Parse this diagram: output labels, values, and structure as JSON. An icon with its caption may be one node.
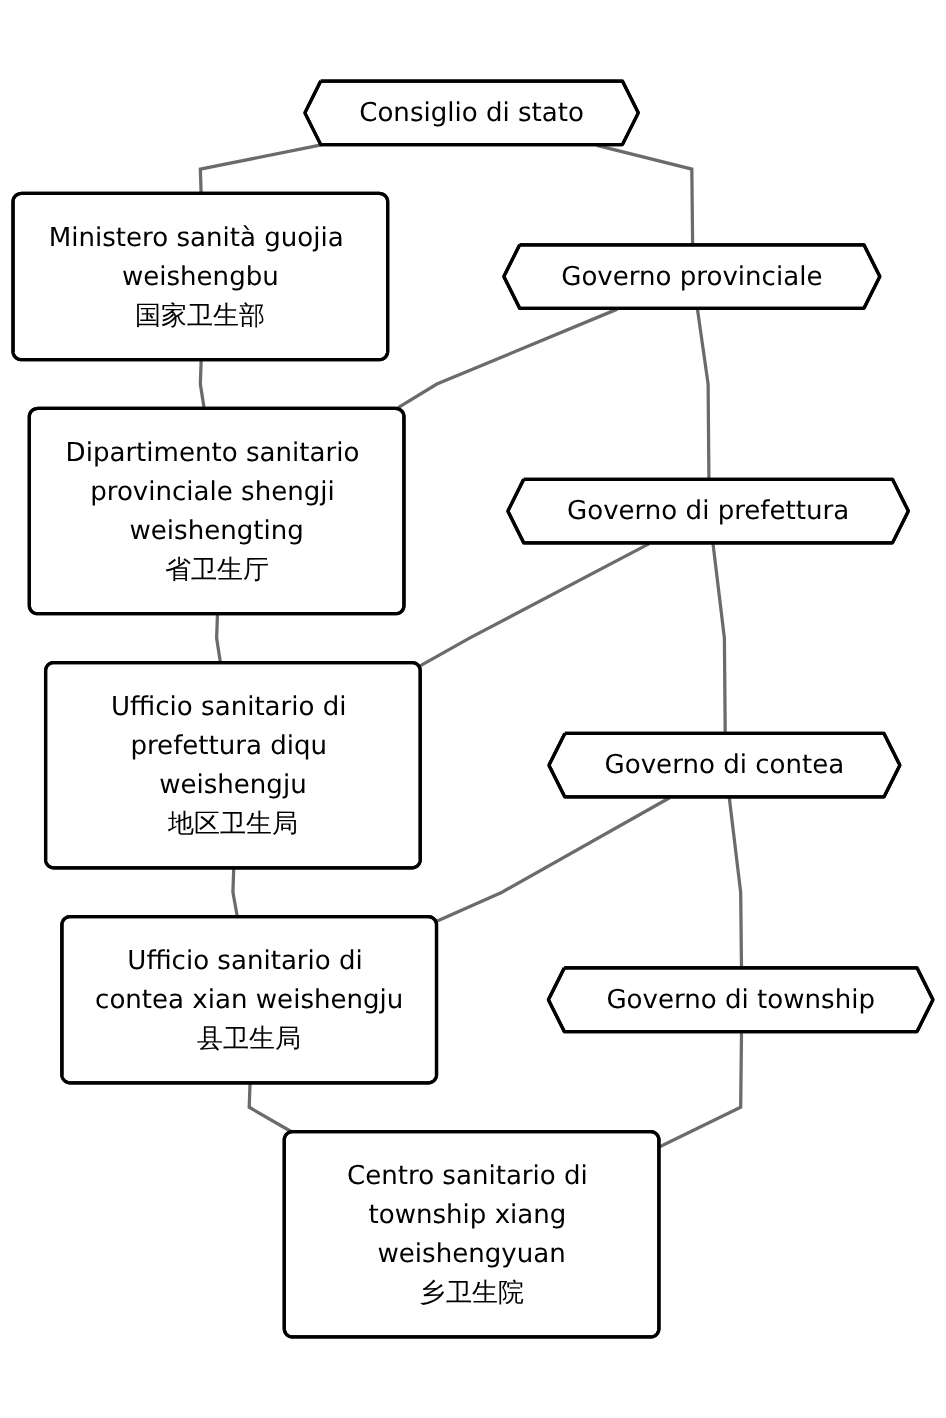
{
  "diagram": {
    "nodes": [
      {
        "text": [
          "Consiglio di stato"
        ]
      },
      {
        "text": [
          "Ministero sanità guojia weishengbu",
          "国家卫生部"
        ]
      },
      {
        "text": [
          "Governo provinciale"
        ]
      },
      {
        "text": [
          "Dipartimento sanitario provinciale shengji weishengting",
          "省卫生厅"
        ]
      },
      {
        "text": [
          "Governo di prefettura"
        ]
      },
      {
        "text": [
          "Ufficio sanitario di prefettura diqu weishengju",
          "地区卫生局"
        ]
      },
      {
        "text": [
          "Governo di contea"
        ]
      },
      {
        "text": [
          "Ufficio sanitario di contea xian weishengju",
          "县卫生局"
        ]
      },
      {
        "text": [
          "Governo di township"
        ]
      },
      {
        "text": [
          "Centro sanitario di township xiang weishengyuan",
          "乡卫生院"
        ]
      }
    ],
    "edges": [
      {
        "from": 0,
        "to": 1,
        "arrow": "none"
      },
      {
        "from": 0,
        "to": 2,
        "arrow": "none"
      },
      {
        "from": 1,
        "to": 3,
        "arrow": "none"
      },
      {
        "from": 2,
        "to": 3,
        "arrow": "none"
      },
      {
        "from": 2,
        "to": 4,
        "arrow": "none"
      },
      {
        "from": 3,
        "to": 5,
        "arrow": "none"
      },
      {
        "from": 4,
        "to": 5,
        "arrow": "none"
      },
      {
        "from": 4,
        "to": 6,
        "arrow": "none"
      },
      {
        "from": 5,
        "to": 7,
        "arrow": "none"
      },
      {
        "from": 6,
        "to": 7,
        "arrow": "none"
      },
      {
        "from": 6,
        "to": 8,
        "arrow": "none"
      },
      {
        "from": 7,
        "to": 9,
        "arrow": "none"
      },
      {
        "from": 8,
        "to": 9,
        "arrow": "none"
      }
    ]
  }
}
